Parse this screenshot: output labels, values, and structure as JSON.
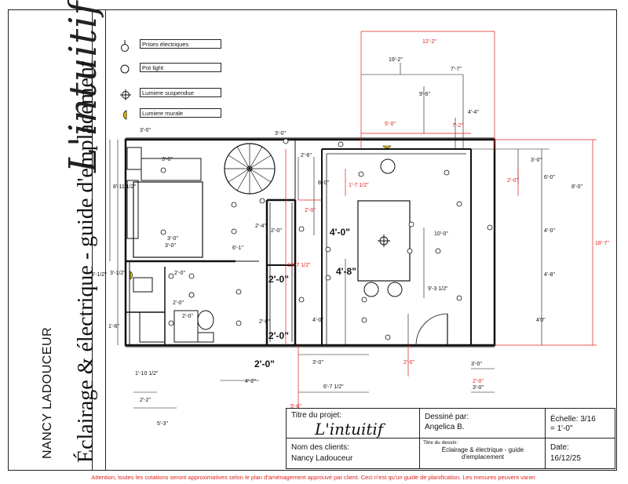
{
  "sidebar": {
    "logo": "L'intuitif",
    "author": "NANCY LADOUCEUR",
    "drawing_title": "Éclairage & électrique - guide d'emplacement"
  },
  "legend": {
    "items": [
      {
        "label": "Prises électriques",
        "icon": "outlet-icon"
      },
      {
        "label": "Pot light",
        "icon": "pot-light-icon"
      },
      {
        "label": "Lumiere suspendue",
        "icon": "pendant-light-icon"
      },
      {
        "label": "Lumiere murale",
        "icon": "wall-light-icon"
      }
    ]
  },
  "plan": {
    "dims_black": [
      "3'-0\"",
      "3'-0\"",
      "3'-0\"",
      "3'-0\"",
      "2'-6\"",
      "8'-0\"",
      "8'-11 1/2\"",
      "2'-4\"",
      "3'-0\"",
      "6'-1\"",
      "2'-0\"",
      "3'-1/2\"",
      "3'-1/2\"",
      "1'-6\"",
      "2'-0\"",
      "2'-0\"",
      "4'-2\"",
      "2'-2\"",
      "5'-3\"",
      "1'-10 1/2\"",
      "2'-0\"",
      "2'-0\"",
      "4'-0\"",
      "6'-7 1/2\"",
      "3'-0\"",
      "9'-3 1/2\"",
      "10'-0\"",
      "19'-2\"",
      "7'-7\"",
      "9'-6\"",
      "4'-4\"",
      "6'-0\"",
      "8'-0\"",
      "3'-0\"",
      "4'-0\"",
      "4'-8\"",
      "4'0\"",
      "3'-0\"",
      "3'-0\""
    ],
    "dims_red": [
      "12'-2\"",
      "5'-0\"",
      "7'-2\"",
      "1'-7 1/2\"",
      "2'-0\"",
      "13'-7 1/2\"",
      "2'-0\"",
      "2'-0\"",
      "2'-0\"",
      "18'-7\"",
      "5'-6\""
    ],
    "dims_large": [
      "4'-0\"",
      "4'-8\"",
      "2'-0\"",
      "2'-0\"",
      "2'-0\""
    ]
  },
  "titleblock": {
    "project_label": "Titre du projet:",
    "project_logo": "L'intuitif",
    "drawn_by_label": "Dessiné par:",
    "drawn_by": "Angelica B.",
    "scale_label": "Échelle: 3/16",
    "scale_value": "= 1'-0\"",
    "client_label": "Nom des clients:",
    "client_name": "Nancy Ladouceur",
    "drawing_label": "Titre du dessin:",
    "drawing_title": "Éclairage & électrique - guide d'emplacement",
    "date_label": "Date:",
    "date_value": "16/12/25"
  },
  "footer": {
    "note": "Attention, toutes les cotations seront approximatives selon le plan d'aménagement approuvé par client. Ceci n'est qu'un guide de planification. Les mesures peuvent varier."
  },
  "colors": {
    "ink": "#111111",
    "red": "#e0201b",
    "wall_light": "#f2c200"
  }
}
